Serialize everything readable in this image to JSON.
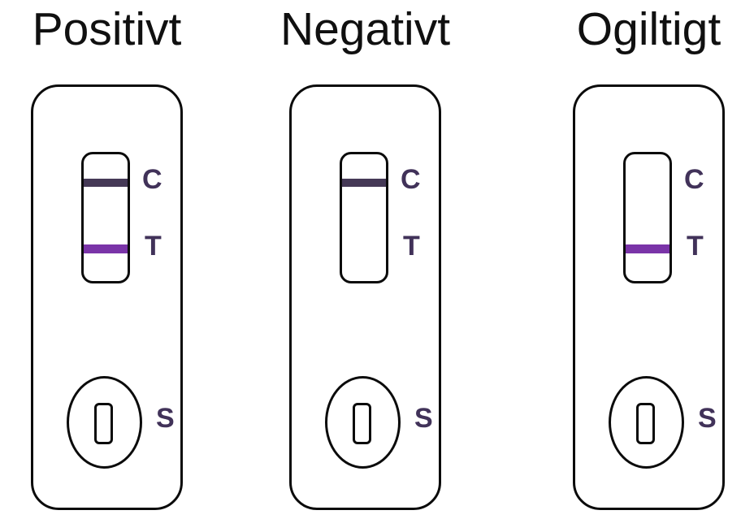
{
  "labels": {
    "control": "C",
    "test": "T",
    "sample": "S"
  },
  "colors": {
    "title": "#101010",
    "outline": "#0b0b0b",
    "control_line": "#453956",
    "test_line": "#7a34a8",
    "marker_label": "#413259",
    "background": "#ffffff"
  },
  "cassettes": [
    {
      "title": "Positivt",
      "control_line": true,
      "test_line": true
    },
    {
      "title": "Negativt",
      "control_line": true,
      "test_line": false
    },
    {
      "title": "Ogiltigt",
      "control_line": false,
      "test_line": true
    }
  ]
}
